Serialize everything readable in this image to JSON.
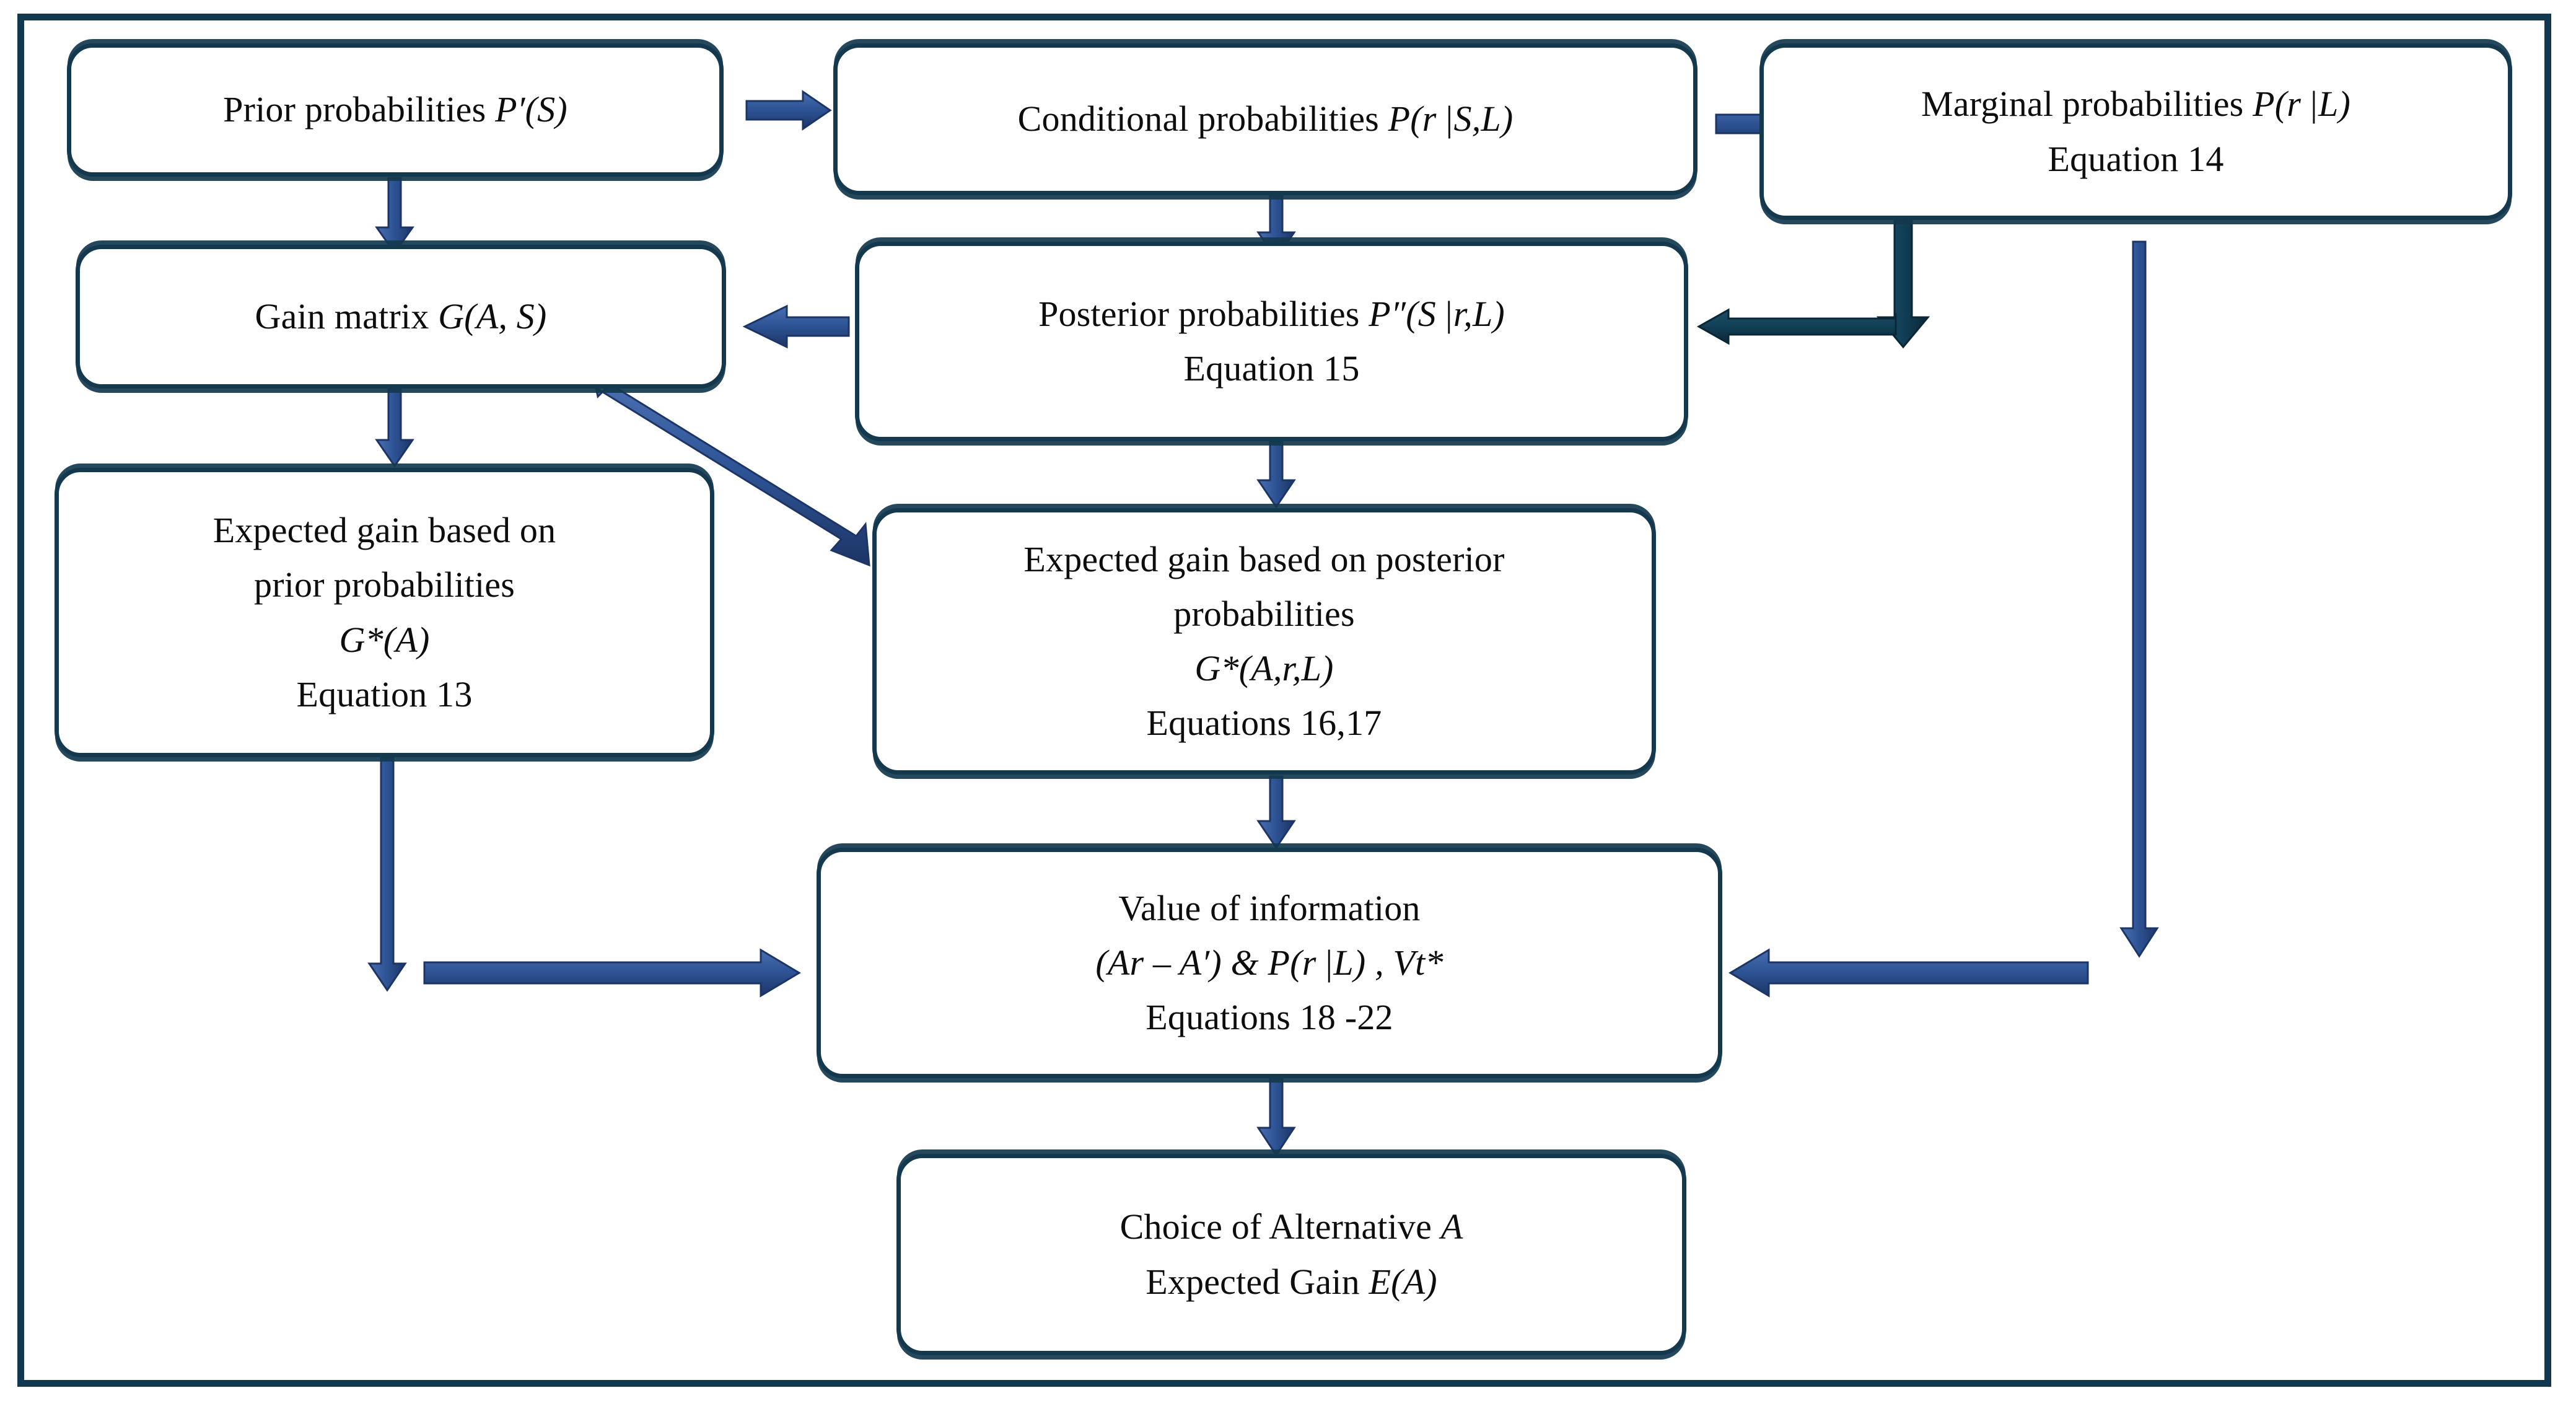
{
  "diagram": {
    "title": "Bayesian value-of-information decision flowchart",
    "frame_color": "#12384f",
    "node_border_color": "#14394e",
    "arrow_color_light": "#2f5597",
    "arrow_color_dark": "#12384f",
    "text_color": "#0d0d0d",
    "background": "#ffffff"
  },
  "nodes": {
    "prior": {
      "id": "prior-probabilities",
      "lines": [
        "Prior probabilities P′(S)"
      ],
      "line1": "Prior probabilities ",
      "line1_ital": "P′(S)"
    },
    "conditional": {
      "id": "conditional-probabilities",
      "line1": "Conditional probabilities ",
      "line1_ital": "P(r |S,L)"
    },
    "marginal": {
      "id": "marginal-probabilities",
      "line1": "Marginal probabilities ",
      "line1_ital": "P(r |L)",
      "line2": "Equation 14"
    },
    "gain_matrix": {
      "id": "gain-matrix",
      "line1": "Gain matrix  ",
      "line1_ital": "G(A, S)"
    },
    "posterior": {
      "id": "posterior-probabilities",
      "line1": "Posterior probabilities ",
      "line1_ital": "P″(S |r,L)",
      "line2": "Equation 15"
    },
    "expected_prior": {
      "id": "expected-gain-prior",
      "line1": "Expected gain based on",
      "line2": "prior probabilities",
      "line3_ital": "G*(A)",
      "line4": "Equation 13"
    },
    "expected_posterior": {
      "id": "expected-gain-posterior",
      "line1": "Expected gain based on posterior",
      "line2": "probabilities",
      "line3_ital": "G*(A,r,L)",
      "line4": "Equations 16,17"
    },
    "value_of_information": {
      "id": "value-of-information",
      "line1": "Value of information",
      "line2_ital": "(Ar – A′) & P(r |L) , Vt*",
      "line3": "Equations 18 -22"
    },
    "choice": {
      "id": "choice-of-alternative",
      "line1": "Choice of Alternative ",
      "line1_ital": "A",
      "line2": "Expected Gain ",
      "line2_ital": "E(A)"
    }
  },
  "edges": [
    {
      "name": "prior-to-conditional",
      "from": "prior",
      "to": "conditional",
      "direction": "right",
      "style": "thick-short"
    },
    {
      "name": "conditional-to-marginal",
      "from": "conditional",
      "to": "marginal",
      "direction": "right",
      "style": "thick-short"
    },
    {
      "name": "prior-to-gain-matrix",
      "from": "prior",
      "to": "gain_matrix",
      "direction": "down",
      "style": "thin"
    },
    {
      "name": "conditional-to-posterior",
      "from": "conditional",
      "to": "posterior",
      "direction": "down",
      "style": "thin"
    },
    {
      "name": "marginal-to-posterior-elbow",
      "from": "marginal",
      "to": "posterior",
      "direction": "down-then-left",
      "style": "dark-thick"
    },
    {
      "name": "posterior-to-gain-matrix",
      "from": "posterior",
      "to": "gain_matrix",
      "direction": "left",
      "style": "thick-short"
    },
    {
      "name": "gain-matrix-to-expected-prior",
      "from": "gain_matrix",
      "to": "expected_prior",
      "direction": "down",
      "style": "thin"
    },
    {
      "name": "gain-matrix-to-expected-posterior",
      "from": "gain_matrix",
      "to": "expected_posterior",
      "direction": "diagonal",
      "style": "thin"
    },
    {
      "name": "posterior-to-expected-posterior",
      "from": "posterior",
      "to": "expected_posterior",
      "direction": "down",
      "style": "thin"
    },
    {
      "name": "expected-posterior-to-value",
      "from": "expected_posterior",
      "to": "value_of_information",
      "direction": "down",
      "style": "thin"
    },
    {
      "name": "expected-prior-to-value-elbow",
      "from": "expected_prior",
      "to": "value_of_information",
      "direction": "down-then-right",
      "style": "thick"
    },
    {
      "name": "marginal-to-value-elbow",
      "from": "marginal",
      "to": "value_of_information",
      "direction": "down-then-left",
      "style": "thick"
    },
    {
      "name": "value-to-choice",
      "from": "value_of_information",
      "to": "choice",
      "direction": "down",
      "style": "thin"
    }
  ]
}
